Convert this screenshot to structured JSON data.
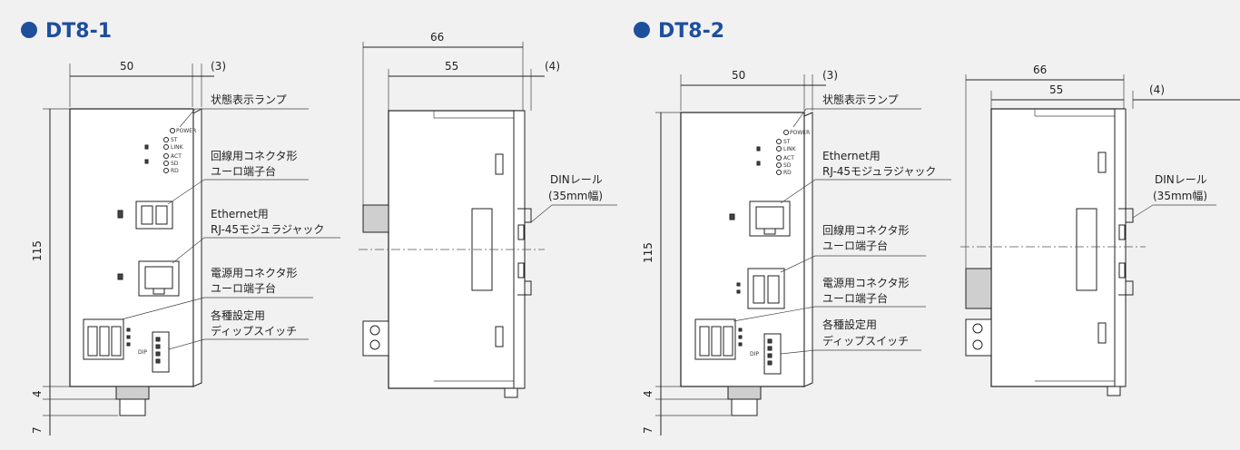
{
  "dt81": {
    "title": "DT8-1",
    "dims": {
      "width": "50",
      "offset_top": "(3)",
      "height": "115",
      "bottom_a": "4",
      "bottom_b": "7",
      "side_total": "66",
      "side_body": "55",
      "side_offset": "(4)"
    },
    "labels": {
      "status_lamp": "状態表示ランプ",
      "line_conn_1": "回線用コネクタ形",
      "line_conn_2": "ユーロ端子台",
      "ether_1": "Ethernet用",
      "ether_2": "RJ-45モジュラジャック",
      "power_1": "電源用コネクタ形",
      "power_2": "ユーロ端子台",
      "dip_1": "各種設定用",
      "dip_2": "ディップスイッチ",
      "din_1": "DINレール",
      "din_2": "(35mm幅)"
    }
  },
  "dt82": {
    "title": "DT8-2",
    "dims": {
      "width": "50",
      "offset_top": "(3)",
      "height": "115",
      "bottom_a": "4",
      "bottom_b": "7",
      "side_total": "66",
      "side_body": "55",
      "side_offset": "(4)"
    },
    "labels": {
      "status_lamp": "状態表示ランプ",
      "ether_1": "Ethernet用",
      "ether_2": "RJ-45モジュラジャック",
      "line_conn_1": "回線用コネクタ形",
      "line_conn_2": "ユーロ端子台",
      "power_1": "電源用コネクタ形",
      "power_2": "ユーロ端子台",
      "dip_1": "各種設定用",
      "dip_2": "ディップスイッチ",
      "din_1": "DINレール",
      "din_2": "(35mm幅)"
    }
  },
  "colors": {
    "accent": "#1e4f9c",
    "background": "#f1f1f1"
  }
}
